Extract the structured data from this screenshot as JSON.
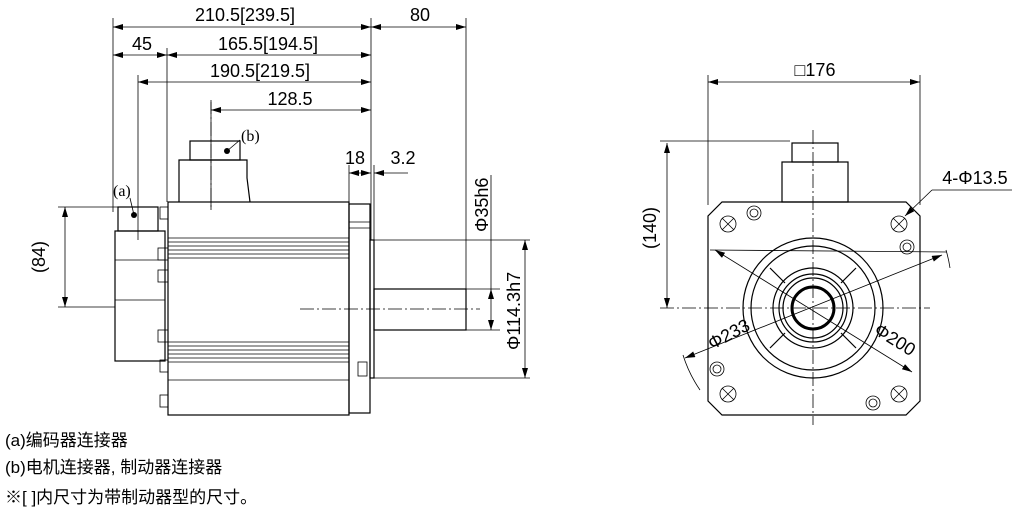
{
  "side_view": {
    "dim_total_length": "210.5[239.5]",
    "dim_shaft_length": "80",
    "dim_encoder": "45",
    "dim_body_length": "165.5[194.5]",
    "dim_encoder_center": "190.5[219.5]",
    "dim_connector_center": "128.5",
    "dim_flange": "18",
    "dim_spigot": "3.2",
    "dim_encoder_height": "(84)",
    "dim_shaft_dia": "Φ35h6",
    "dim_spigot_dia": "Φ114.3h7",
    "label_a": "(a)",
    "label_b": "(b)"
  },
  "front_view": {
    "dim_square": "□176",
    "dim_connector_height": "(140)",
    "dim_holes": "4-Φ13.5",
    "dim_pcd": "Φ233",
    "dim_flange_dia": "Φ200"
  },
  "notes": [
    "(a)编码器连接器",
    "(b)电机连接器, 制动器连接器",
    "※[  ]内尺寸为带制动器型的尺寸。"
  ]
}
